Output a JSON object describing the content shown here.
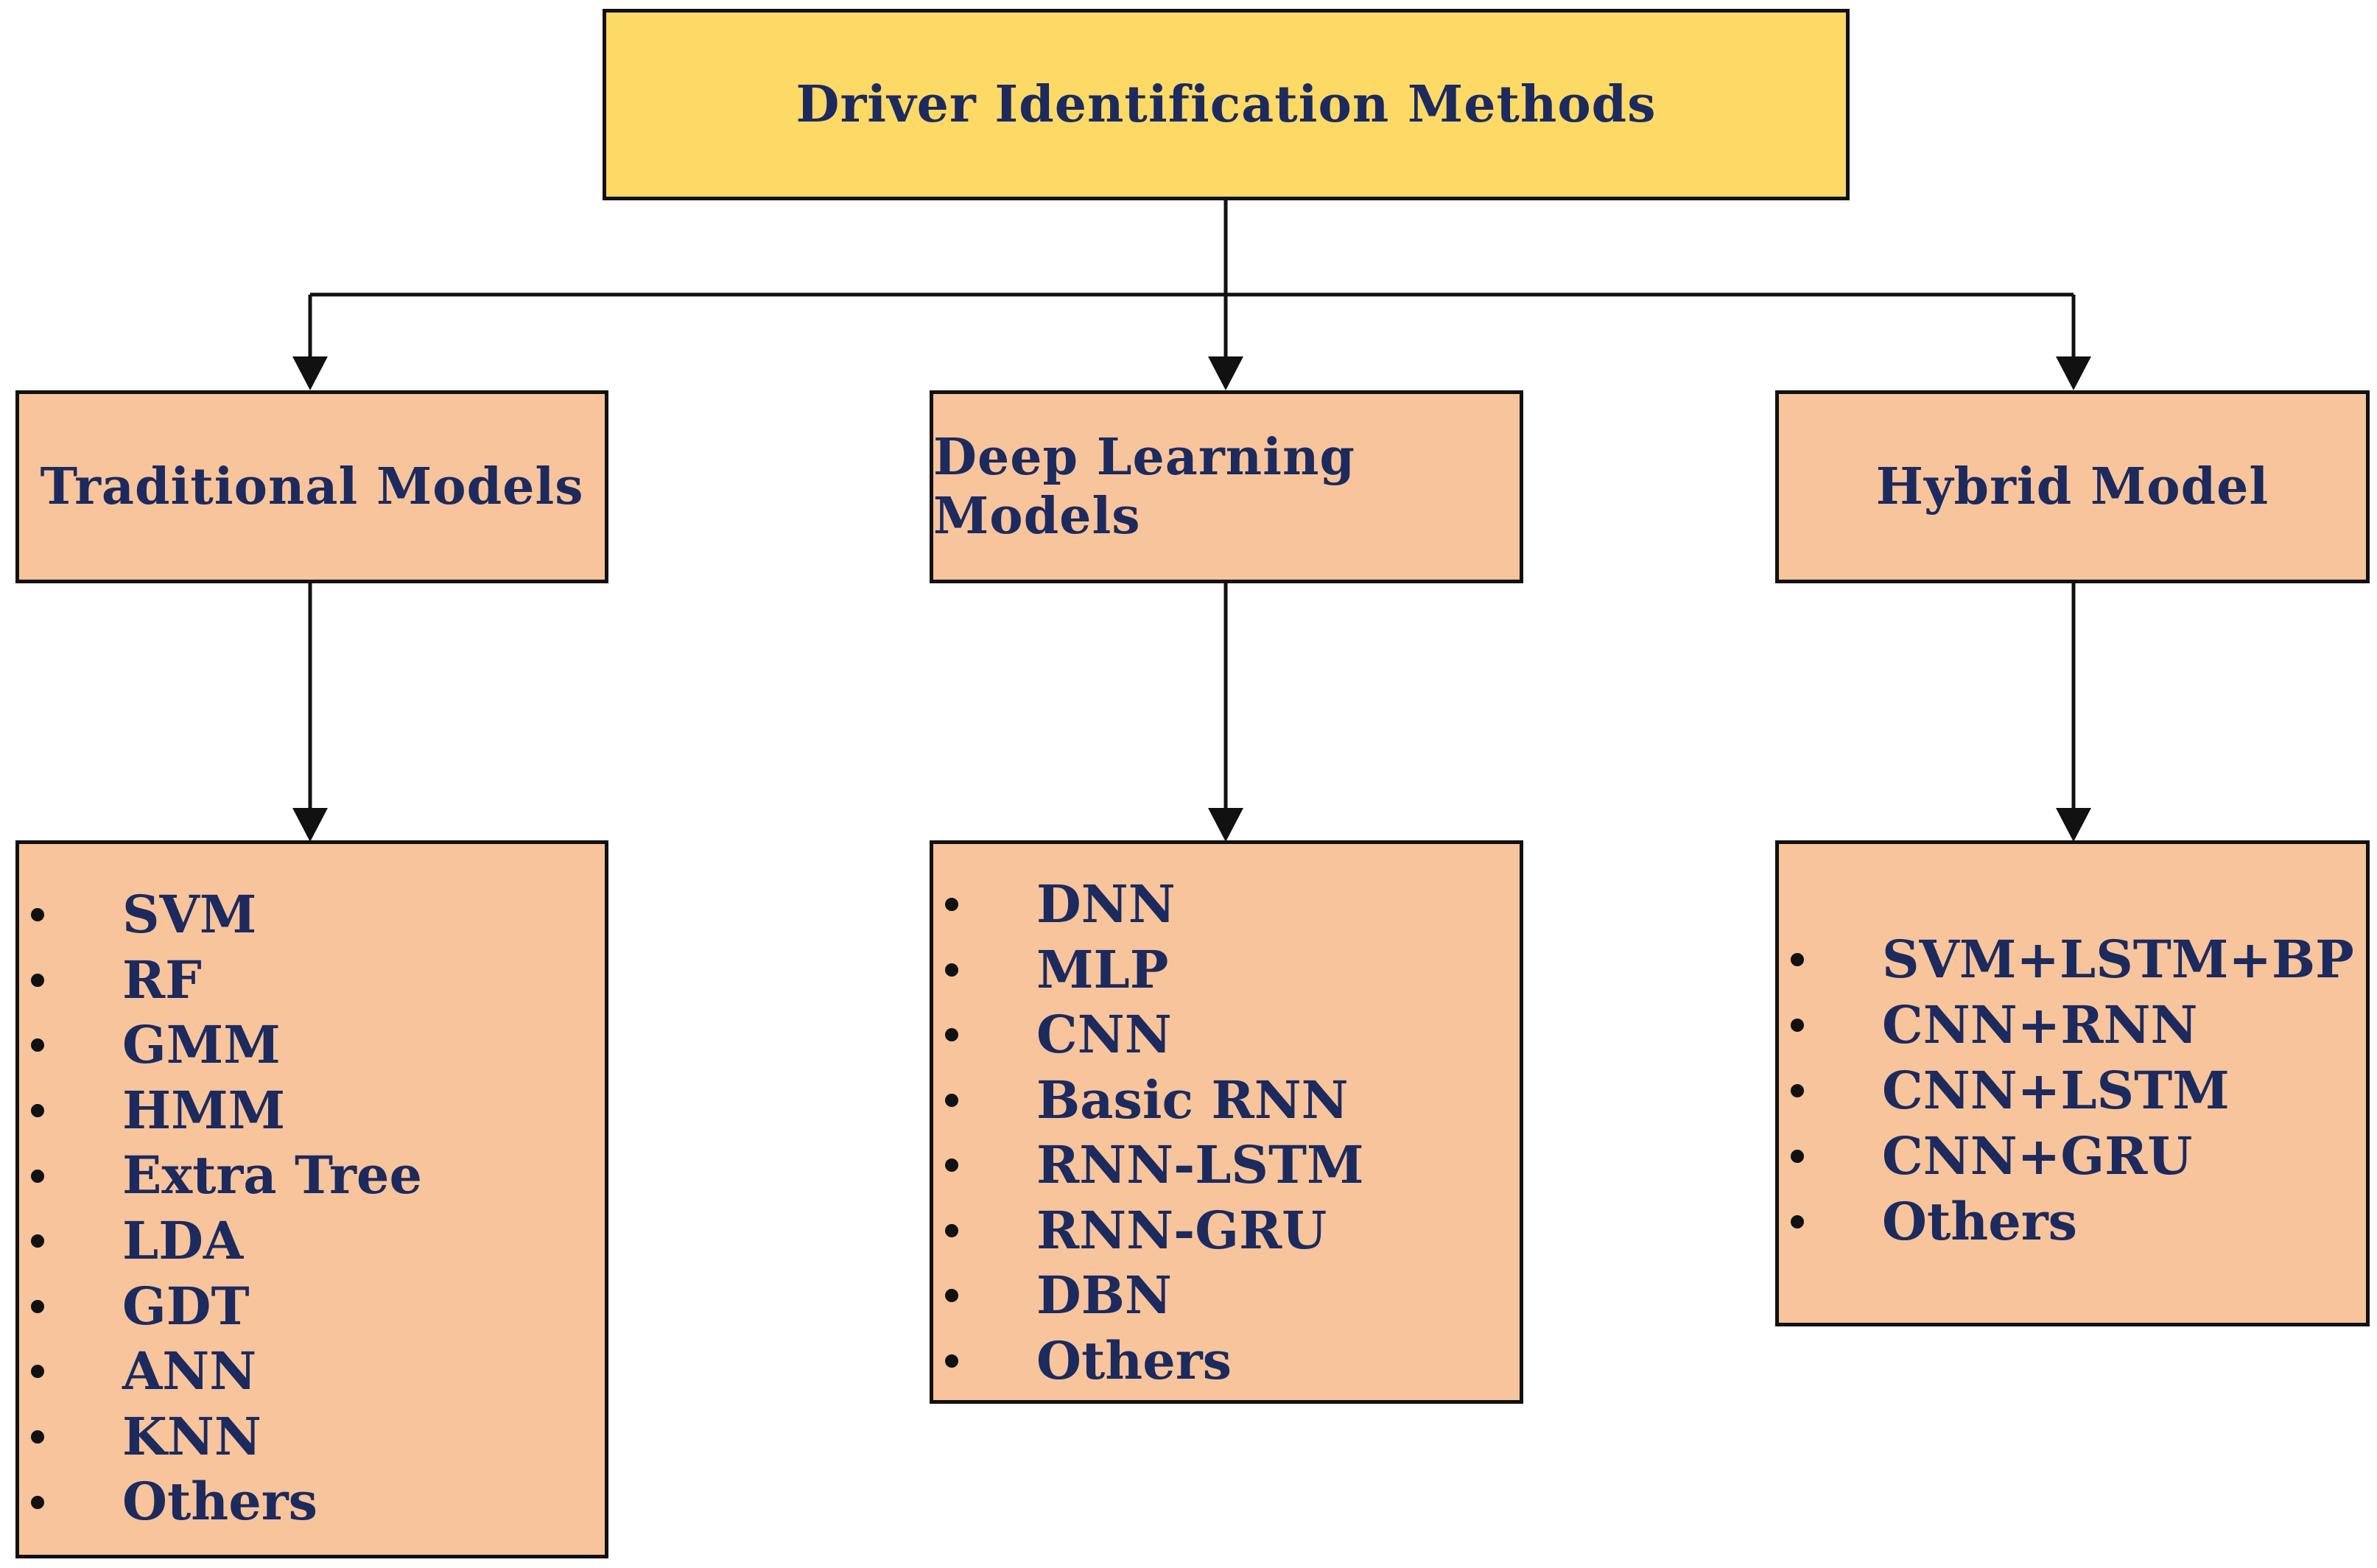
{
  "root": {
    "label": "Driver Identification Methods"
  },
  "categories": [
    {
      "label": "Traditional Models",
      "items": [
        "SVM",
        "RF",
        "GMM",
        "HMM",
        "Extra Tree",
        "LDA",
        "GDT",
        "ANN",
        "KNN",
        "Others"
      ]
    },
    {
      "label": "Deep Learning Models",
      "items": [
        "DNN",
        "MLP",
        "CNN",
        "Basic RNN",
        "RNN-LSTM",
        "RNN-GRU",
        "DBN",
        "Others"
      ]
    },
    {
      "label": "Hybrid Model",
      "items": [
        "SVM+LSTM+BP",
        "CNN+RNN",
        "CNN+LSTM",
        "CNN+GRU",
        "Others"
      ]
    }
  ],
  "colors": {
    "root_fill": "#fdd966",
    "node_fill": "#f7c49b",
    "text": "#1c2a5e",
    "line": "#111111"
  }
}
